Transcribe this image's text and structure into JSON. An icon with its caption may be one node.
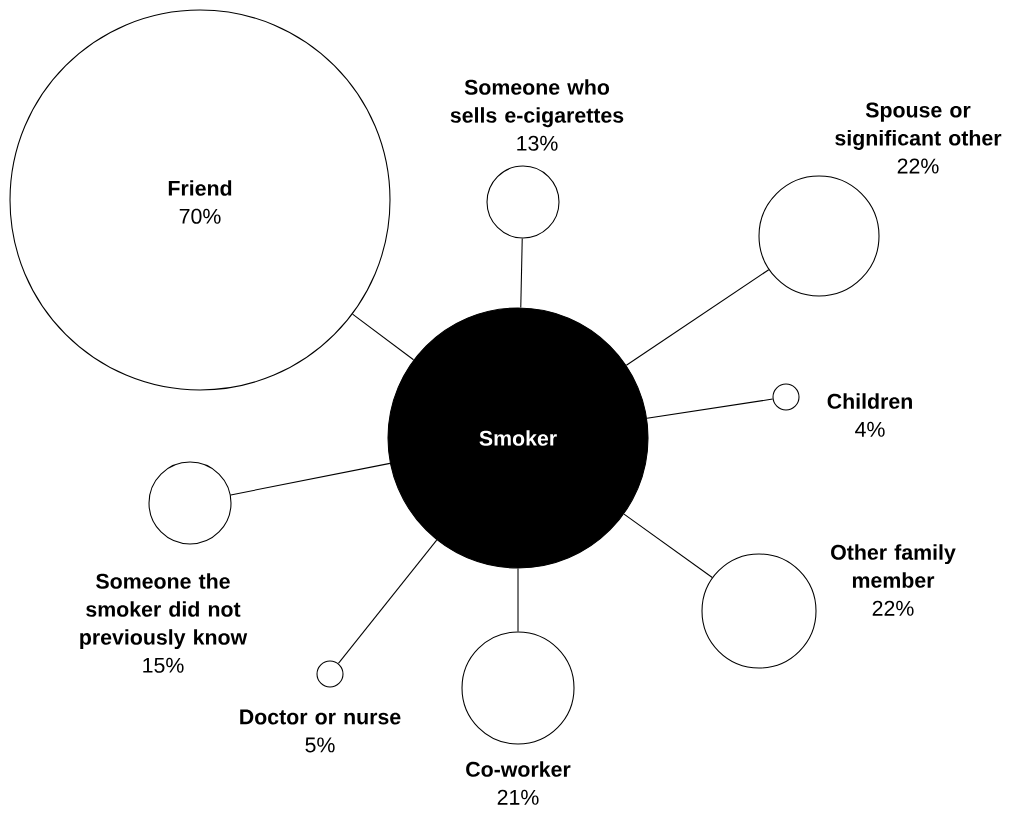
{
  "diagram": {
    "nodes": [
      {
        "text": [
          "Friend",
          "70%"
        ]
      },
      {
        "text": [
          "Someone who sells e-cigarettes",
          "13%"
        ]
      },
      {
        "text": [
          "Spouse or significant other",
          "22%"
        ]
      },
      {
        "text": [
          "Smoker"
        ]
      },
      {
        "text": [
          "Children",
          "4%"
        ]
      },
      {
        "text": [
          "Someone the smoker did not previously know",
          "15%"
        ]
      },
      {
        "text": [
          "Other family member",
          "22%"
        ]
      },
      {
        "text": [
          "Doctor or nurse",
          "5%"
        ]
      },
      {
        "text": [
          "Co-worker",
          "21%"
        ]
      }
    ],
    "edges": [
      {
        "from": 3,
        "to": 0,
        "arrow": "none"
      },
      {
        "from": 3,
        "to": 1,
        "arrow": "none"
      },
      {
        "from": 3,
        "to": 2,
        "arrow": "none"
      },
      {
        "from": 3,
        "to": 4,
        "arrow": "none"
      },
      {
        "from": 3,
        "to": 5,
        "arrow": "none"
      },
      {
        "from": 3,
        "to": 6,
        "arrow": "none"
      },
      {
        "from": 3,
        "to": 7,
        "arrow": "none"
      },
      {
        "from": 3,
        "to": 8,
        "arrow": "none"
      }
    ]
  }
}
